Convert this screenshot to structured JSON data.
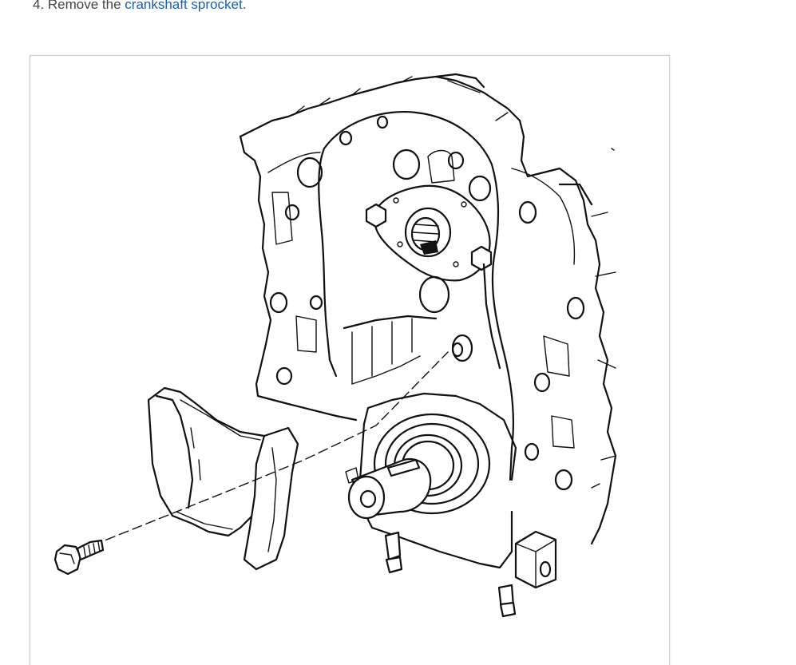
{
  "step": {
    "prefix": "4. Remove the ",
    "link_text": "crankshaft sprocket",
    "suffix": "."
  },
  "figure": {
    "subject-icon": "engine-front-timing-cover-line-drawing"
  }
}
